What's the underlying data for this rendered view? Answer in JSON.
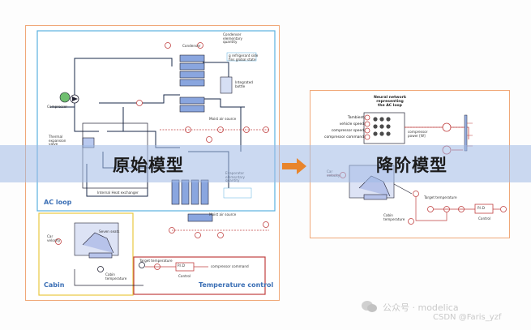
{
  "original_model": {
    "label": "原始模型",
    "sections": {
      "ac_loop": "AC loop",
      "cabin": "Cabin",
      "temperature_control": "Temperature control"
    },
    "labels": {
      "condenser": "Condenser",
      "condenser_elementary_quantity": "Condenser\nelementary\nquantity",
      "compressor": "Compressor",
      "integrated_bottle": "Integrated\nbottle",
      "thermal_expansion_valve": "Thermal\nexpansion\nvalve",
      "moist_air_source_top": "Moist air source",
      "internal_heat_exchanger": "Internal Heat exchanger",
      "evaporator_elementary_quantity": "Evaporator\nelementary\nquantity",
      "moist_air_source_bottom": "Moist air source",
      "car_velocity": "Car\nvelocity",
      "seven_seats": "Seven seats",
      "cabin_temperature": "Cabin\ntemperature",
      "target_temperature": "Target temperature",
      "compressor_command": "compressor command",
      "control": "Control",
      "pid": "P.I.D",
      "g_refrigerant_side": "g refrigerant side",
      "g_air_side": "fins global state"
    }
  },
  "reduced_model": {
    "label": "降阶模型",
    "nn_title": "Neural network\nrepresenting\nthe AC loop",
    "inputs": [
      "Tambient",
      "vehicle speed",
      "compressor speed",
      "compressor command"
    ],
    "output": "compressor\npower [W]",
    "labels": {
      "car_velocity": "Car\nvelocity",
      "target_temperature": "Target temperature",
      "cabin_temperature": "Cabin\ntemperature",
      "control": "Control",
      "pid": "P.I.D"
    }
  },
  "watermark": {
    "line1": "公众号 · modelica",
    "line2": "CSDN @Faris_yzf"
  },
  "colors": {
    "panel_border": "#f0a878",
    "band": "#a0b9e6",
    "ac_loop_border": "#5ab0e0",
    "cabin_border": "#e8c840",
    "control_border": "#c04040",
    "arrow": "#e8852c",
    "section_text": "#3b6fb5"
  }
}
